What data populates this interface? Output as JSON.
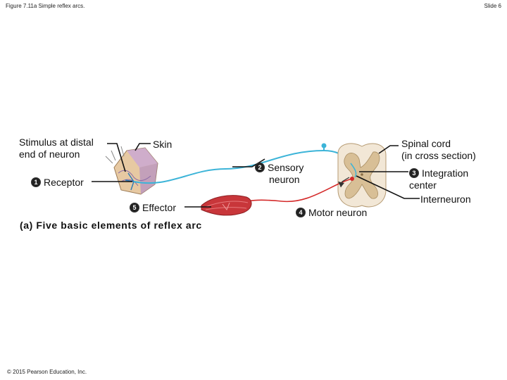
{
  "header": {
    "figure_title": "Figure 7.11a Simple reflex arcs.",
    "slide_label": "Slide 6"
  },
  "labels": {
    "stimulus": [
      "Stimulus at distal",
      "end of neuron"
    ],
    "skin": "Skin",
    "receptor": {
      "number": "1",
      "text": "Receptor"
    },
    "sensory": {
      "number": "2",
      "text": [
        "Sensory",
        "neuron"
      ]
    },
    "spinal_cord": [
      "Spinal cord",
      "(in cross section)"
    ],
    "integration": {
      "number": "3",
      "text": [
        "Integration",
        "center"
      ]
    },
    "interneuron": "Interneuron",
    "motor": {
      "number": "4",
      "text": "Motor neuron"
    },
    "effector": {
      "number": "5",
      "text": "Effector"
    }
  },
  "caption": "(a) Five basic elements of reflex arc",
  "footer": "© 2015 Pearson Education, Inc.",
  "colors": {
    "sensory_neuron": "#3cb4d8",
    "motor_neuron": "#d42a2a",
    "spinal_white": "#f2e7d6",
    "spinal_gray": "#d8bf96",
    "muscle": "#c8363a",
    "skin_tissue": "#e7c9a2"
  }
}
